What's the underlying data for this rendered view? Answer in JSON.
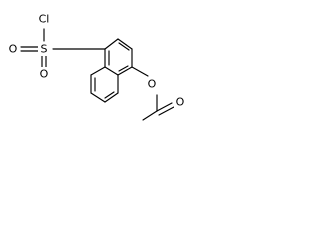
{
  "molecule": {
    "atom_labels": {
      "chlorine": "Cl",
      "sulfur": "S",
      "sulfonyl_oxygen_top": "O",
      "sulfonyl_oxygen_left": "O",
      "ester_oxygen": "O",
      "carbonyl_oxygen": "O"
    }
  }
}
